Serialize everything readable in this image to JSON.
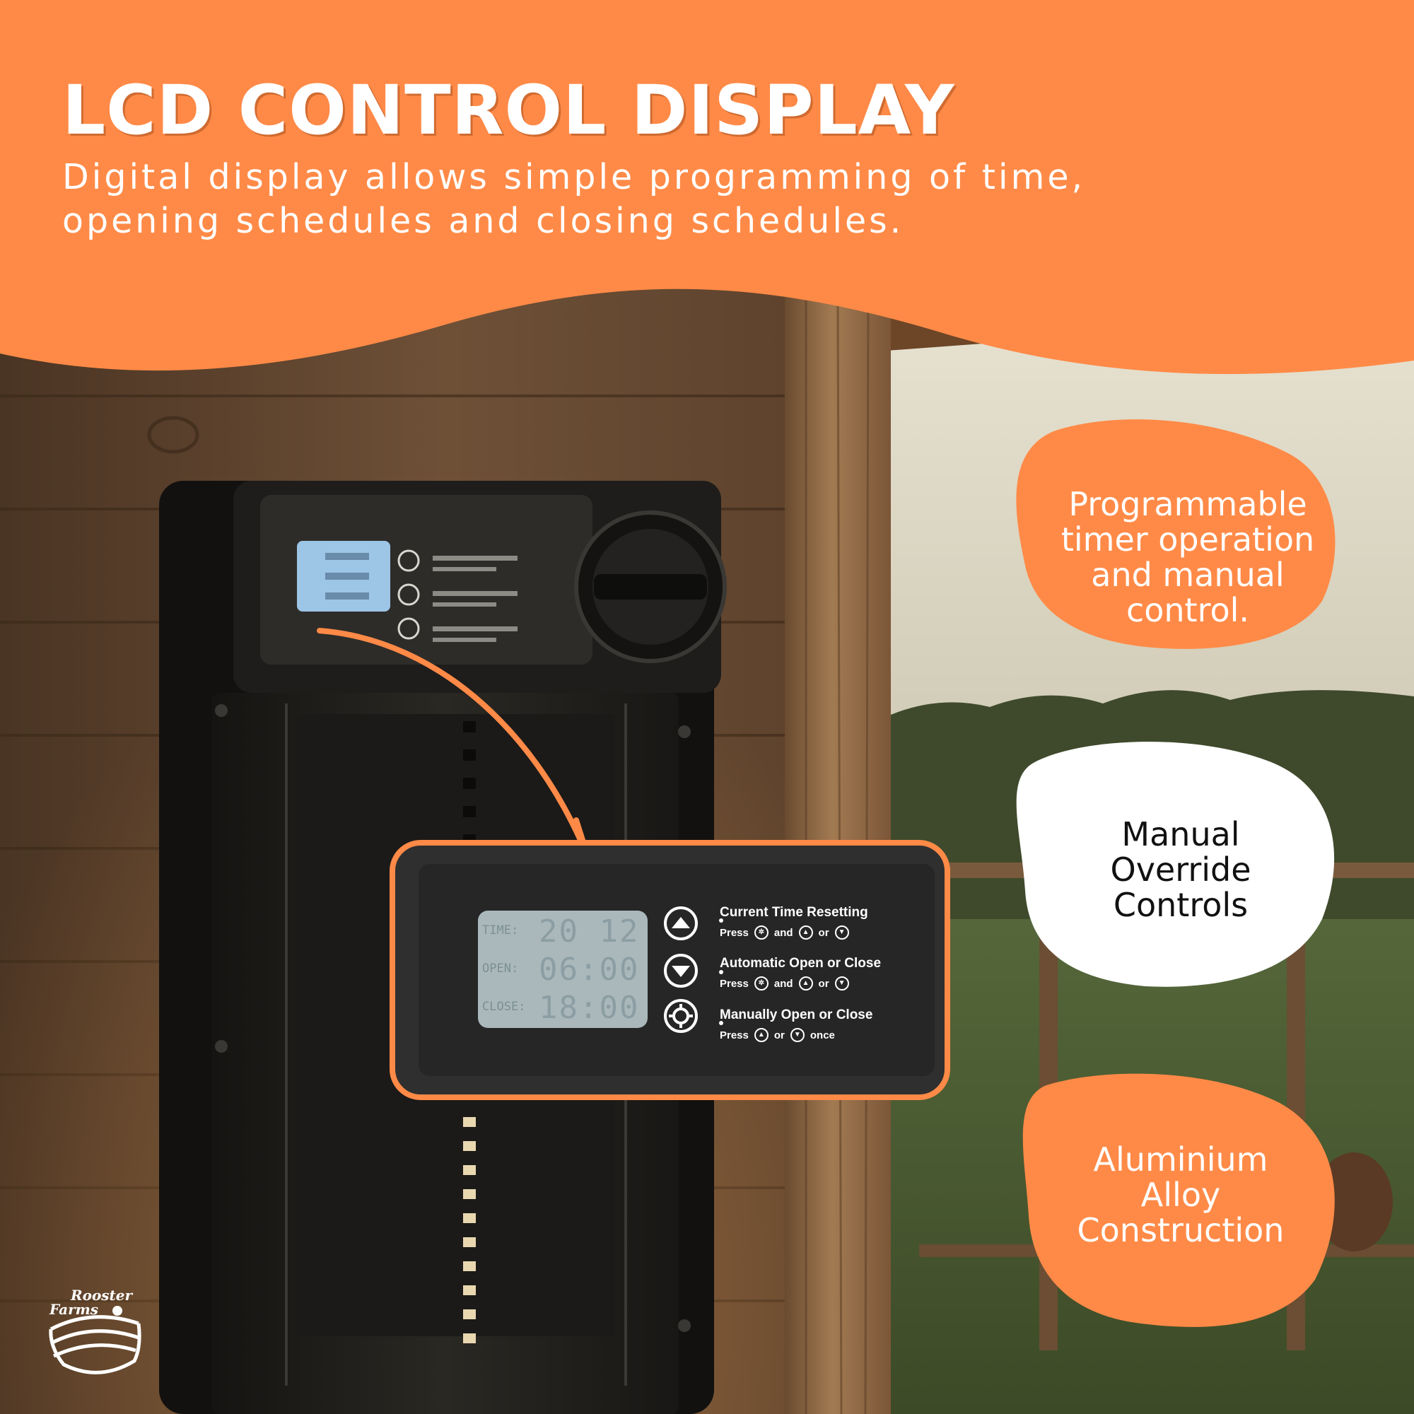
{
  "header": {
    "title": "LCD CONTROL DISPLAY",
    "subtitle_line1": "Digital display allows simple programming of time,",
    "subtitle_line2": "opening schedules and closing schedules."
  },
  "features": [
    "Programmable timer operation and manual control.",
    "Manual Override Controls",
    "Aluminium Alloy Construction"
  ],
  "lcd": {
    "rows": [
      {
        "label": "TIME:",
        "value": "20 12"
      },
      {
        "label": "OPEN:",
        "value": "06:00"
      },
      {
        "label": "CLOSE:",
        "value": "18:00"
      }
    ]
  },
  "panel_buttons": [
    {
      "icon": "up-arrow-button-icon",
      "title": "Current Time Resetting",
      "press": "Press",
      "j1": "and",
      "j2": "or",
      "tail": ""
    },
    {
      "icon": "down-arrow-button-icon",
      "title": "Automatic Open or Close",
      "press": "Press",
      "j1": "and",
      "j2": "or",
      "tail": ""
    },
    {
      "icon": "gear-button-icon",
      "title": "Manually Open or Close",
      "press": "Press",
      "j1": "or",
      "j2": "",
      "tail": "once"
    }
  ],
  "brand": {
    "line1": "Rooster",
    "line2": "Farms"
  },
  "colors": {
    "accent_orange": "#FF8A47",
    "white": "#FFFFFF",
    "panel_dark": "#2b2b2b",
    "lcd_screen": "#aab8bc",
    "wood": "#6b4c32"
  }
}
